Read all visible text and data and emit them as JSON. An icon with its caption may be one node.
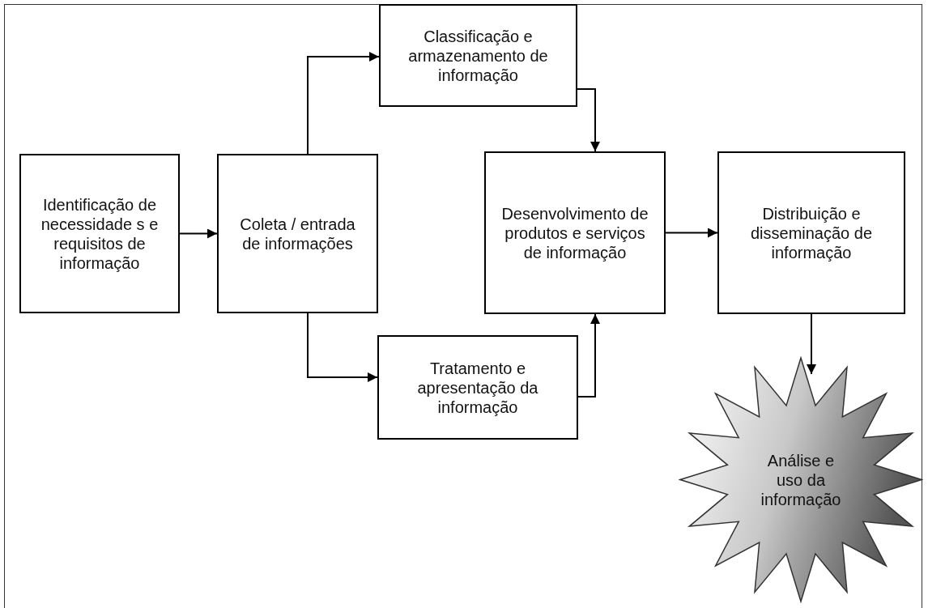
{
  "diagram": {
    "nodes": [
      {
        "text": [
          "Identificação de necessidade s e requisitos de informação"
        ]
      },
      {
        "text": [
          "Coleta / entrada de informações"
        ]
      },
      {
        "text": [
          "Classificação e armazenamento de informação"
        ]
      },
      {
        "text": [
          "Tratamento e apresentação da informação"
        ]
      },
      {
        "text": [
          "Desenvolvimento de produtos e serviços de informação"
        ]
      },
      {
        "text": [
          "Distribuição e disseminação de informação"
        ]
      },
      {
        "text": [
          "Análise e uso da informação"
        ]
      }
    ],
    "edges": [
      {
        "from": 0,
        "to": 1,
        "arrow": "to"
      },
      {
        "from": 1,
        "to": 2,
        "arrow": "to"
      },
      {
        "from": 1,
        "to": 3,
        "arrow": "to"
      },
      {
        "from": 2,
        "to": 4,
        "arrow": "to"
      },
      {
        "from": 3,
        "to": 4,
        "arrow": "to"
      },
      {
        "from": 4,
        "to": 5,
        "arrow": "to"
      },
      {
        "from": 5,
        "to": 6,
        "arrow": "to"
      }
    ]
  }
}
